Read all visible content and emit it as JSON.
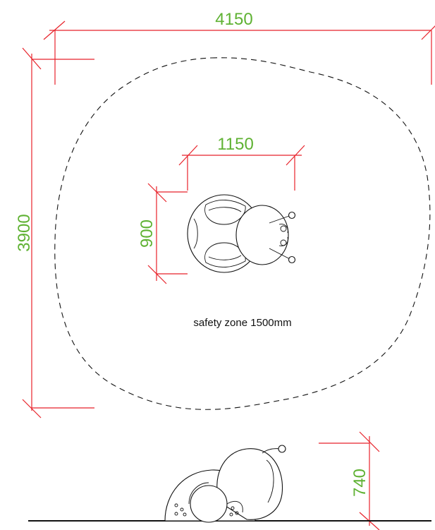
{
  "dimensions": {
    "overall_width": "4150",
    "overall_depth": "3900",
    "item_width": "1150",
    "item_depth": "900",
    "item_height": "740"
  },
  "notes": {
    "safety_zone": "safety zone 1500mm"
  },
  "colors": {
    "dimension_lines": "#e8222a",
    "dimension_text": "#5fb233",
    "outline": "#111111",
    "background": "#ffffff"
  }
}
